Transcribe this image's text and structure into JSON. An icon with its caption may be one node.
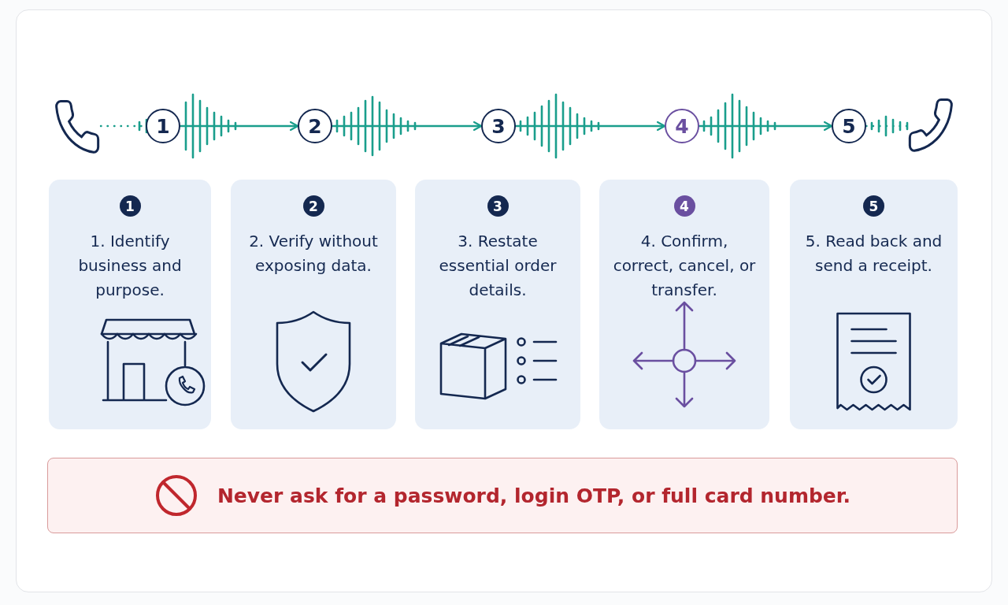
{
  "diagram": {
    "nodes": [
      {
        "text": [],
        "shape": "phone"
      },
      {
        "text": [
          "1"
        ]
      },
      {
        "text": [
          "2"
        ]
      },
      {
        "text": [
          "3"
        ]
      },
      {
        "text": [
          "4"
        ]
      },
      {
        "text": [
          "5"
        ]
      },
      {
        "text": [],
        "shape": "phone"
      },
      {
        "text": [
          "1",
          "1. Identify business and purpose."
        ]
      },
      {
        "text": [
          "2",
          "2. Verify without exposing data."
        ]
      },
      {
        "text": [
          "3",
          "3. Restate essential order details."
        ]
      },
      {
        "text": [
          "4",
          "4. Confirm, correct, cancel, or transfer."
        ]
      },
      {
        "text": [
          "5",
          "5. Read back and send a receipt."
        ]
      },
      {
        "text": [
          "Never ask for a password, login OTP, or full card number."
        ]
      }
    ],
    "edges": [
      {
        "from": 0,
        "to": 1,
        "arrow": "none",
        "style": "dashed"
      },
      {
        "from": 1,
        "to": 2,
        "arrow": "to"
      },
      {
        "from": 2,
        "to": 3,
        "arrow": "to"
      },
      {
        "from": 3,
        "to": 4,
        "arrow": "to"
      },
      {
        "from": 4,
        "to": 5,
        "arrow": "to"
      },
      {
        "from": 5,
        "to": 6,
        "arrow": "none",
        "style": "dashed"
      }
    ]
  }
}
